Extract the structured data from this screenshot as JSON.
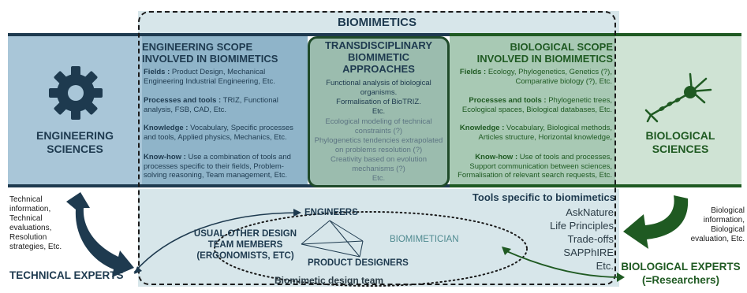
{
  "title": "BIOMIMETICS",
  "engineering_sciences": {
    "label_line1": "ENGINEERING",
    "label_line2": "SCIENCES"
  },
  "biological_sciences": {
    "label_line1": "BIOLOGICAL",
    "label_line2": "SCIENCES"
  },
  "engineering_scope": {
    "title_line1": "ENGINEERING SCOPE",
    "title_line2": "INVOLVED IN BIOMIMETICS",
    "fields_label": "Fields :",
    "fields_text": "Product Design, Mechanical Engineering Industrial Engineering, Etc.",
    "processes_label": "Processes and tools :",
    "processes_text": "TRIZ, Functional analysis, FSB, CAD, Etc.",
    "knowledge_label": "Knowledge :",
    "knowledge_text": "Vocabulary, Specific processes and tools, Applied physics, Mechanics, Etc.",
    "knowhow_label": "Know-how :",
    "knowhow_text": "Use a combination of tools and processes specific to their fields, Problem-solving reasoning, Team management, Etc."
  },
  "transdisciplinary": {
    "title_line1": "TRANSDISCIPLINARY",
    "title_line2": "BIOMIMETIC",
    "title_line3": "APPROACHES",
    "item1": "Functional analysis of biological organisms.",
    "item2": "Formalisation of BioTRIZ.",
    "item3": "Etc.",
    "item4": "Ecological modeling of technical constraints (?)",
    "item5": "Phylogenetics tendencies extrapolated on problems resolution (?)",
    "item6": "Creativity based on evolution mechanisms (?)",
    "item7": "Etc."
  },
  "biological_scope": {
    "title_line1": "BIOLOGICAL SCOPE",
    "title_line2": "INVOLVED IN BIOMIMETICS",
    "fields_label": "Fields :",
    "fields_text": "Ecology, Phylogenetics, Genetics (?), Comparative biology (?), Etc.",
    "processes_label": "Processes and tools :",
    "processes_text": "Phylogenetic trees, Ecological spaces, Biological databases, Etc.",
    "knowledge_label": "Knowledge :",
    "knowledge_text": "Vocabulary, Biological methods, Articles structure, Horizontal knowledge,",
    "knowhow_label": "Know-how :",
    "knowhow_text": "Use of tools and processes, Support communication between sciences, Formalisation of relevant search requests, Etc."
  },
  "technical_info": "Technical information, Technical evaluations, Resolution strategies, Etc.",
  "technical_experts": "TECHNICAL EXPERTS",
  "biological_info": "Biological information, Biological evaluation, Etc.",
  "biological_experts_line1": "BIOLOGICAL EXPERTS",
  "biological_experts_line2": "(=Researchers)",
  "tools": {
    "title": "Tools specific to biomimetics",
    "items": [
      "AskNature",
      "Life Principles",
      "Trade-offs",
      "SAPPhIRE",
      "Etc."
    ]
  },
  "team": {
    "engineers": "ENGINEERS",
    "product_designers": "PRODUCT DESIGNERS",
    "biomimetician": "BIOMIMETICIAN",
    "other_line1": "USUAL OTHER DESIGN",
    "other_line2": "TEAM MEMBERS",
    "other_line3": "(ERGONOMISTS, ETC)",
    "caption": "Biomimetic design team"
  },
  "colors": {
    "engineering": "#1e3a4f",
    "biological": "#1f5a22"
  }
}
